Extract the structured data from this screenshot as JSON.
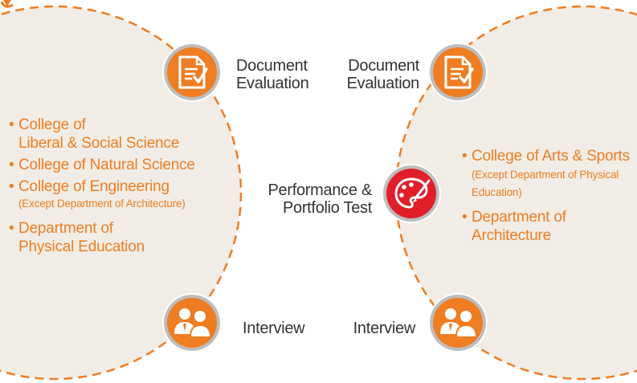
{
  "colors": {
    "accent": "#ef7d22",
    "red": "#e21e2b",
    "ring": "#bdbdbd",
    "circle_fill": "#f1ede6",
    "text": "#333333"
  },
  "left_track": {
    "list": [
      {
        "line1": "College of",
        "line2": "Liberal & Social Science"
      },
      {
        "line1": "College of Natural Science"
      },
      {
        "line1": "College of Engineering",
        "note": "(Except  Department of Architecture)"
      },
      {
        "line1": "Department of",
        "line2": "Physical Education"
      }
    ],
    "steps": {
      "document": {
        "line1": "Document",
        "line2": "Evaluation",
        "icon": "document-check-icon"
      },
      "interview": {
        "label": "Interview",
        "icon": "people-icon"
      }
    }
  },
  "right_track": {
    "list": [
      {
        "line1": "College of Arts & Sports",
        "note1": "(Except Department of Physical",
        "note2": "Education)"
      },
      {
        "line1": "Department of",
        "line2": "Architecture"
      }
    ],
    "steps": {
      "document": {
        "line1": "Document",
        "line2": "Evaluation",
        "icon": "document-check-icon"
      },
      "performance": {
        "line1": "Performance &",
        "line2": "Portfolio Test",
        "icon": "palette-brush-icon"
      },
      "interview": {
        "label": "Interview",
        "icon": "people-icon"
      }
    }
  },
  "bullet": "•"
}
